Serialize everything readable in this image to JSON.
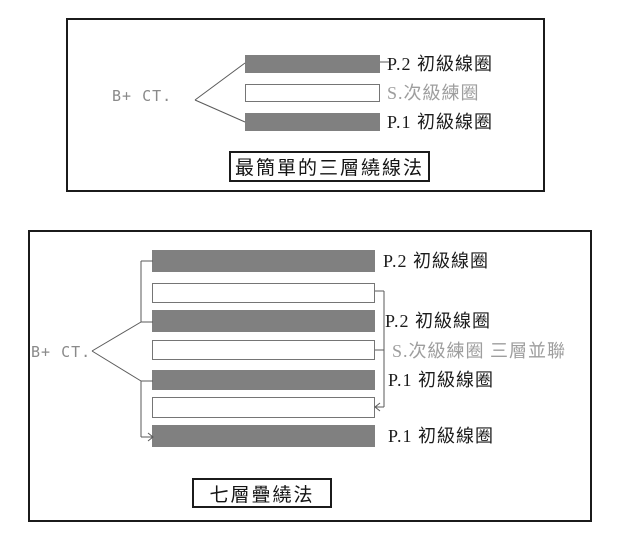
{
  "page": {
    "description_language": "zh-TW"
  },
  "colors": {
    "coil_bar_gray": "#808080",
    "primary_label_black": "#1c1c1c",
    "secondary_label_gray": "#9e9e9e",
    "connector_line_gray": "#5a5a5a",
    "box_border_black": "#1b1b1b"
  },
  "diagram1": {
    "bplus_label": "B+ CT.",
    "caption": "最簡單的三層繞線法",
    "layers": [
      {
        "type": "primary",
        "label": "P.2 初級線圈"
      },
      {
        "type": "secondary",
        "label": "S.次級練圈"
      },
      {
        "type": "primary",
        "label": "P.1 初級線圈"
      }
    ]
  },
  "diagram2": {
    "bplus_label": "B+ CT.",
    "caption": "七層疊繞法",
    "layers": [
      {
        "type": "primary",
        "label": "P.2 初級線圈"
      },
      {
        "type": "secondary",
        "label": ""
      },
      {
        "type": "primary",
        "label": "P.2 初級線圈"
      },
      {
        "type": "secondary",
        "label": "S.次級練圈 三層並聯"
      },
      {
        "type": "primary",
        "label": "P.1 初級線圈"
      },
      {
        "type": "secondary",
        "label": ""
      },
      {
        "type": "primary",
        "label": "P.1 初級線圈"
      }
    ]
  }
}
